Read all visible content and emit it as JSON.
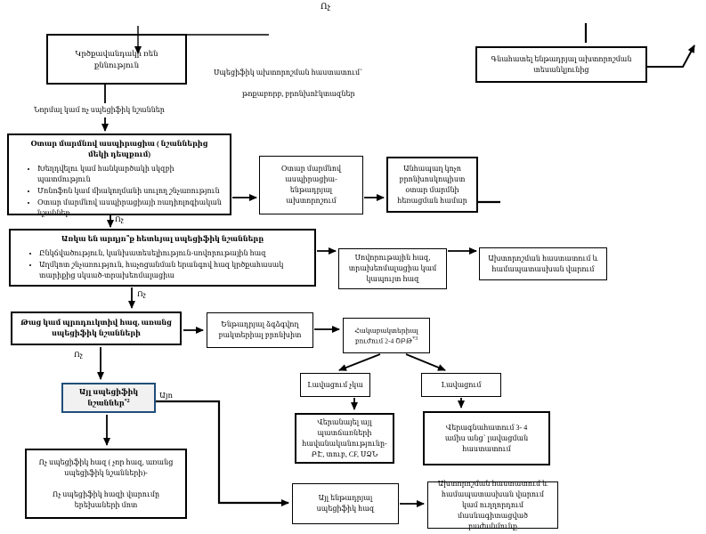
{
  "colors": {
    "line": "#000000",
    "highlight_border": "#1F4E79",
    "highlight_fill": "#F1F1F1"
  },
  "labels": {
    "no_top": "Ոչ",
    "no_xray": "Ոչ",
    "no_fb": "Ոչ",
    "no_signs": "Ոչ",
    "no_wet": "Ոչ",
    "yes": "Այո",
    "normal_or_nonspecific": "Նորմալ կամ ոչ սպեցիֆիկ նշաններ",
    "specific_dx_line1": "Սպեցիֆիկ ախտորոշման հաստատում՝",
    "specific_dx_line2": "թոքաբորբ, բրոնխոէկտազներ"
  },
  "nodes": {
    "chest_xray": {
      "line1": "Կրծքավանդակի ռեն",
      "line2": "քննություն"
    },
    "evaluate": {
      "text": "Գնահատել ենթադրյալ ախտորոշման տեսանկյունից"
    },
    "foreign_body": {
      "title": "Օտար մարմնով ասպիրացիա ( նշաններից մեկի դեպքում)",
      "bullets": [
        "Խեղդվելու կամ հանկարծակի սկզբի պատմություն",
        "Մոնոֆոն կամ միակողմանի սուլող շնչառություն",
        "Օտար մարմնով ասպիրացիայի ռադիոլոգիական նշաններ"
      ]
    },
    "fb_presumptive": {
      "text": "Օտար մարմնով ասպիրացիա- ենթադրյալ ախտորոշում"
    },
    "bronchoscopist": {
      "text": "Անհապաղ կոչո բրոնխոսկոպիստ օտար մարմնի հեռացման համար"
    },
    "specific_signs": {
      "title": "Առկա են արդյո՞ք հետևյալ սպեցիֆիկ նշանները",
      "bullets": [
        "Ընկճվածություն, կանխատեսելիություն-սովորութային հազ",
        "Աղմկոտ շնչառություն, հաչոցանման երանգով հազ կրծքահասակ տարիքից սկսած-տրախեոմալացիա"
      ]
    },
    "habit_cough": {
      "text": "Սովորութային հազ, տրախեոմալացիա կամ կապույտ հազ"
    },
    "dx_confirm": {
      "text": "Ախտորոշման հաստատում և համապատասխան վարում"
    },
    "wet_cough": {
      "text": "Թաց կամ պրոդուկտիվ հազ, առանց սպեցիֆիկ նշանների"
    },
    "pbb": {
      "text": "Ենթադրյալ ձգձգվող բակտերիալ բրոնխիտ"
    },
    "antibiotics": {
      "text": "Հակաբակտերիալ բուժում 2-4 ՇԲԹ",
      "sup": "*3"
    },
    "no_improvement": {
      "text": "Լավացում չկա"
    },
    "improvement": {
      "text": "Լավացում"
    },
    "reconsider": {
      "text": "Վերանայել այլ պատճառների հավանականությունը- ԲԷ, տուբ, CF, ՍՁՆ"
    },
    "reassess": {
      "text": "Վերագնահատում 3- 4 ամիս անց՝ լավացման հաստատում"
    },
    "other_specific": {
      "text": "Այլ սպեցիֆիկ նշաններ",
      "sup": "*2"
    },
    "nonspecific": {
      "para1": "Ոչ սպեցիֆիկ հազ ( չոր հազ, առանց սպեցիֆիկ նշանների)-",
      "para2": "Ոչ սպեցիֆիկ հազի վարումը երեխաների մոտ"
    },
    "other_presumptive": {
      "text": "Այլ ենթադրյալ սպեցիֆիկ հազ"
    },
    "dx_confirm_refer": {
      "text": "Ախտորոշման հաստատում և համապատասխան վարում կամ ուղղորդում մասնագիտացված բաժանմունք"
    }
  }
}
